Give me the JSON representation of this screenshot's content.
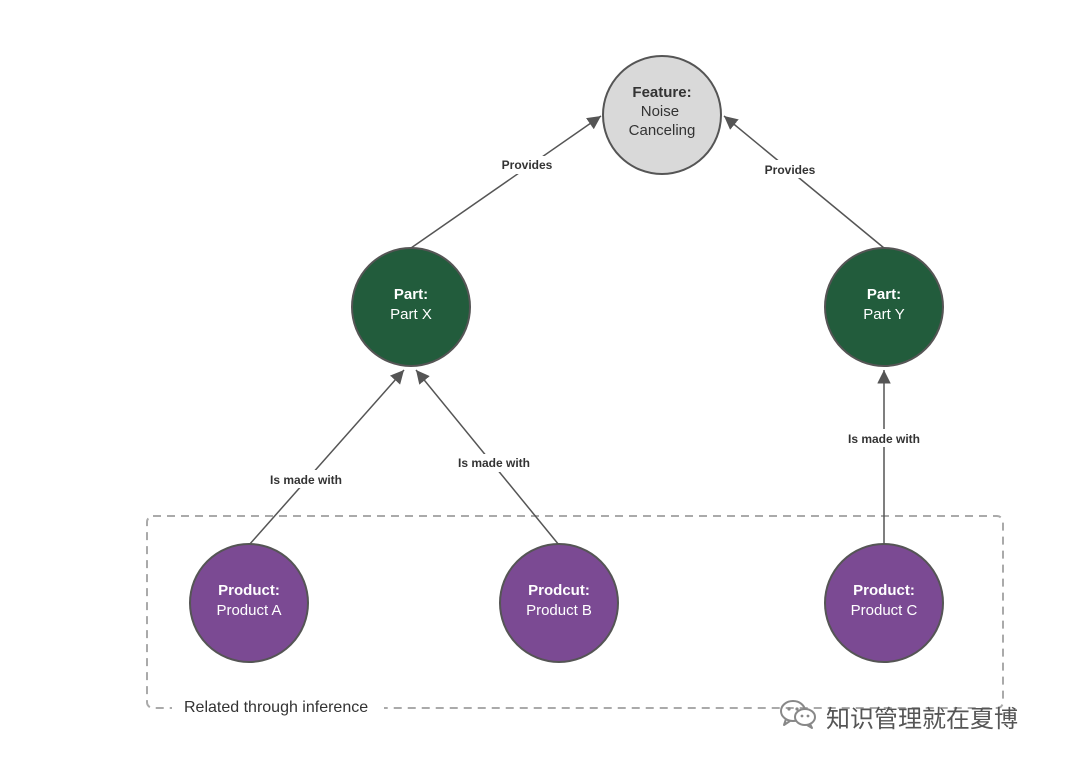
{
  "nodes": {
    "feature": {
      "kind": "Feature:",
      "name": "Noise Canceling",
      "name_lines": [
        "Noise",
        "Canceling"
      ]
    },
    "part_x": {
      "kind": "Part:",
      "name": "Part X"
    },
    "part_y": {
      "kind": "Part:",
      "name": "Part Y"
    },
    "product_a": {
      "kind": "Product:",
      "name": "Product A"
    },
    "product_b": {
      "kind": "Prodcut:",
      "name": "Product B"
    },
    "product_c": {
      "kind": "Product:",
      "name": "Product C"
    }
  },
  "edges": {
    "part_x_feature": "Provides",
    "part_y_feature": "Provides",
    "product_a_part_x": "Is made with",
    "product_b_part_x": "Is made with",
    "product_c_part_y": "Is made with"
  },
  "group": {
    "label": "Related through inference"
  },
  "watermark": {
    "text": "知识管理就在夏博",
    "icon": "wechat-icon"
  },
  "colors": {
    "feature_fill": "#d9d9d9",
    "part_fill": "#225c3c",
    "product_fill": "#7b4a93",
    "edge": "#555555",
    "group_border": "#aaaaaa"
  }
}
